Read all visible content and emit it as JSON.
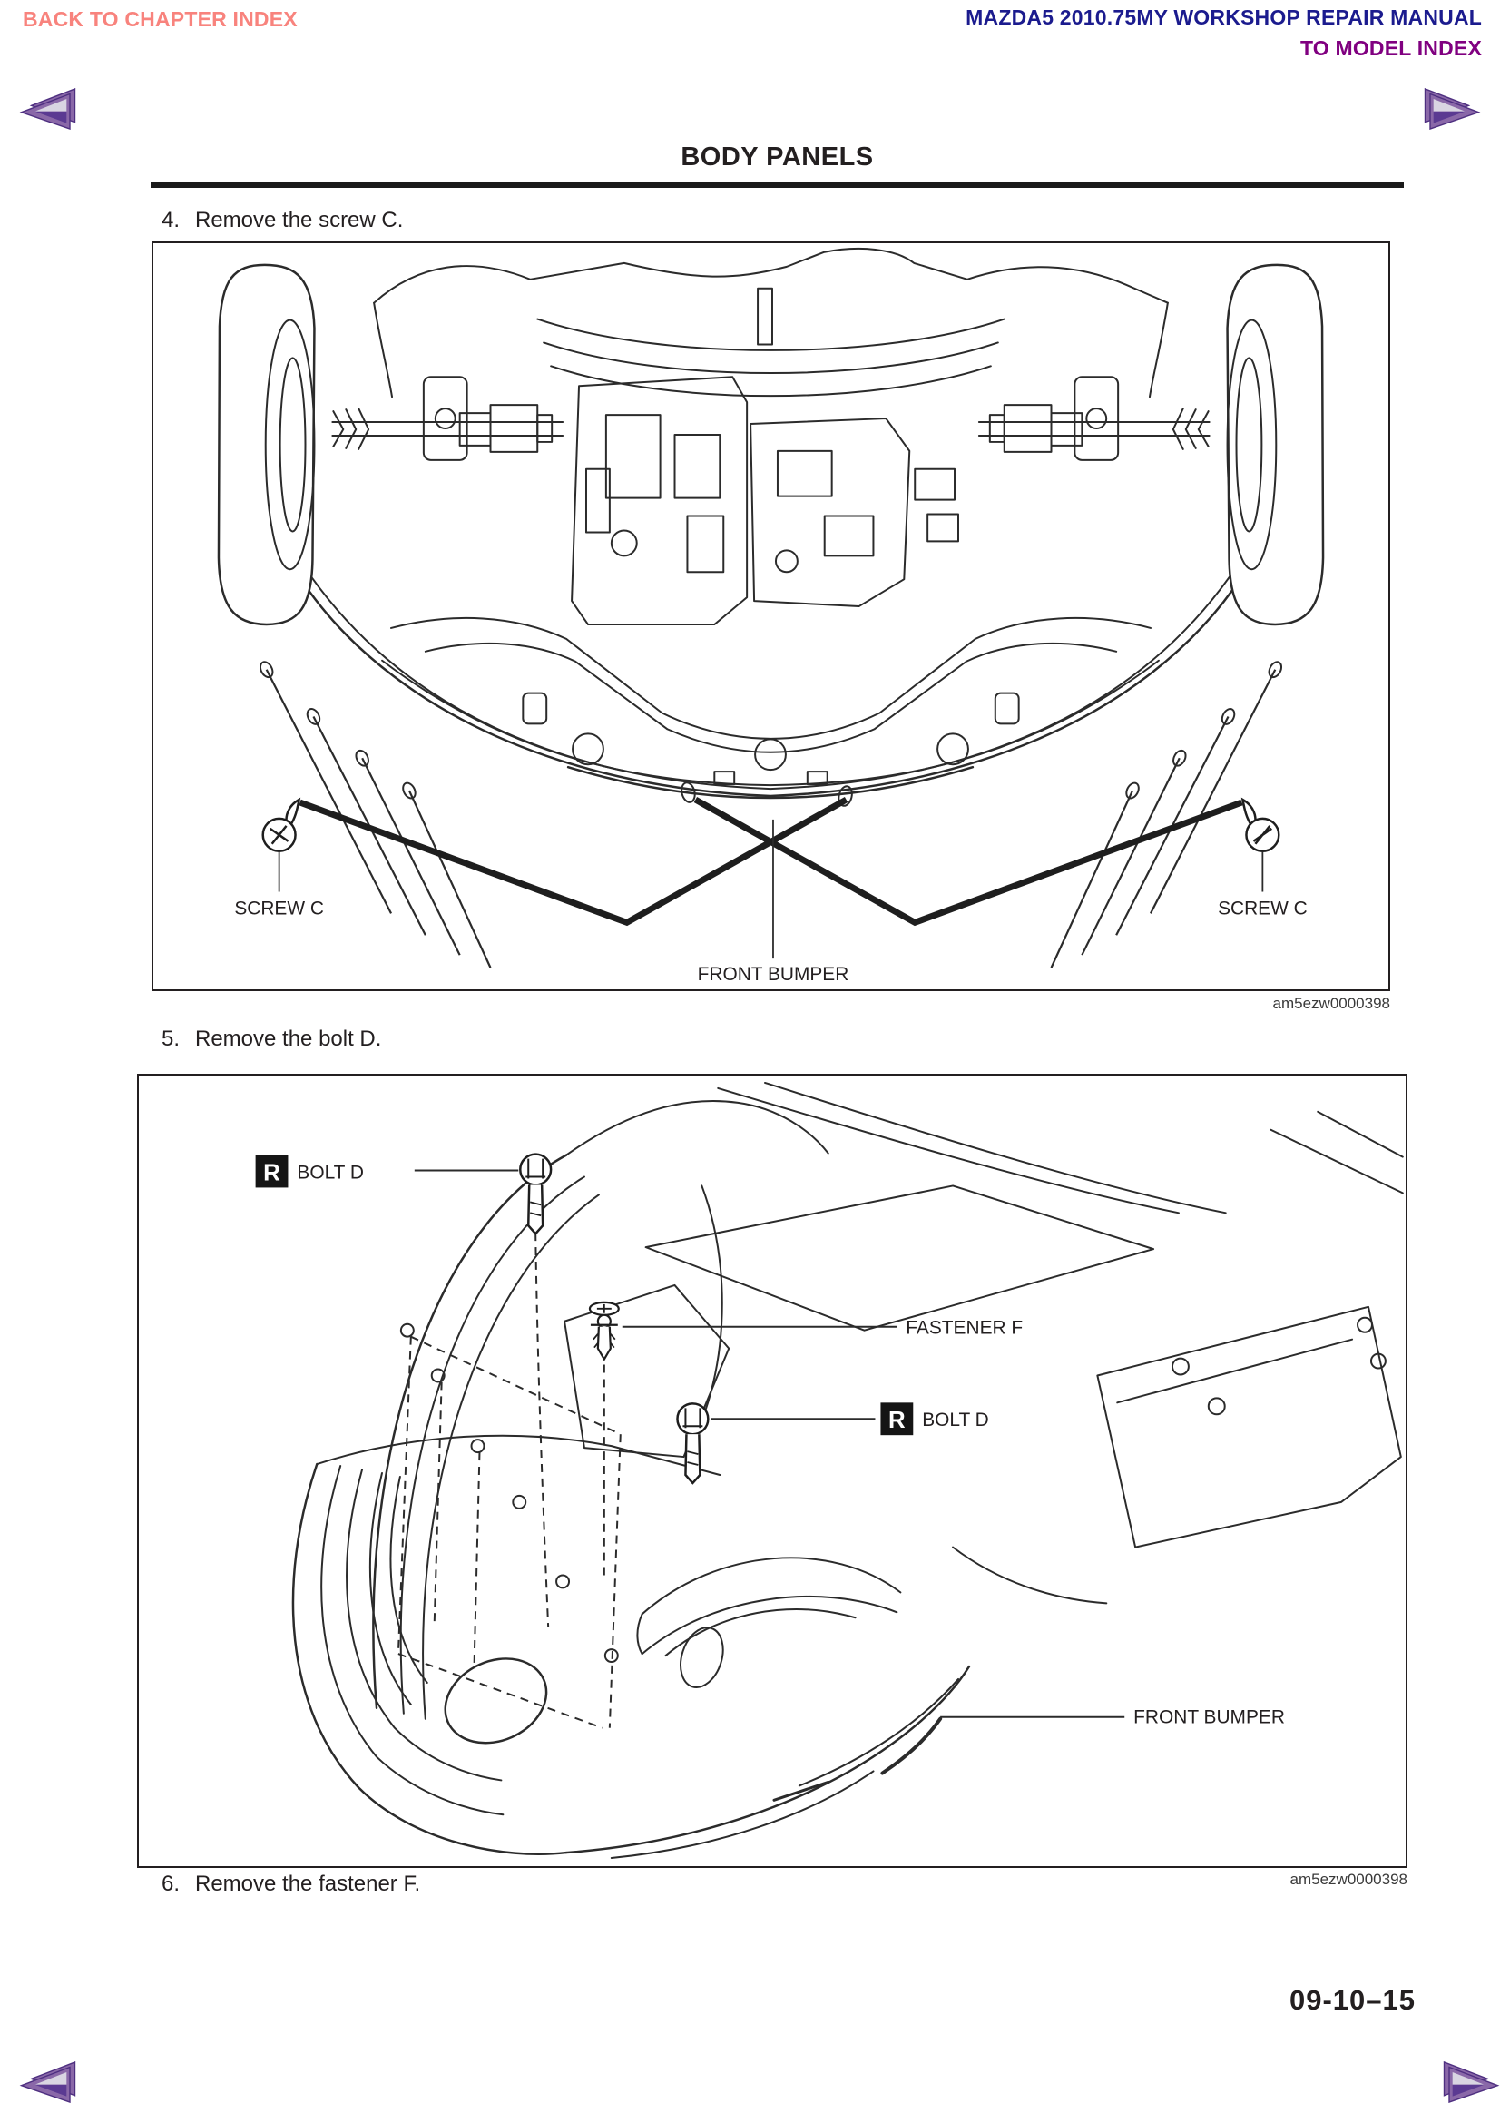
{
  "header": {
    "back_to_chapter": "BACK TO CHAPTER INDEX",
    "manual_title": "MAZDA5 2010.75MY WORKSHOP REPAIR MANUAL",
    "to_model_index": "TO MODEL INDEX"
  },
  "section": {
    "title": "BODY PANELS"
  },
  "steps": {
    "step4": {
      "num": "4.",
      "text": "Remove the screw C."
    },
    "step5": {
      "num": "5.",
      "text": "Remove the bolt D."
    },
    "step6": {
      "num": "6.",
      "text": "Remove the fastener F."
    }
  },
  "figure1": {
    "label_screw_c_left": "SCREW C",
    "label_screw_c_right": "SCREW C",
    "label_front_bumper": "FRONT BUMPER",
    "code": "am5ezw0000398"
  },
  "figure2": {
    "badge_r": "R",
    "label_bolt_d_top": "BOLT D",
    "label_bolt_d_mid": "BOLT D",
    "label_fastener_f": "FASTENER F",
    "label_front_bumper": "FRONT BUMPER",
    "code": "am5ezw0000398"
  },
  "footer": {
    "page_number": "09-10–15"
  },
  "icons": {
    "nav_prev": "purple-left-arrow",
    "nav_next": "purple-right-arrow",
    "screw": "phillips-screw",
    "bolt": "hex-bolt",
    "fastener": "push-clip-fastener"
  },
  "colors": {
    "back_link": "#f8837d",
    "manual_title": "#1b1b8e",
    "model_index": "#800080",
    "arrow_main": "#8a68a8",
    "arrow_light": "#d9d5e2",
    "arrow_dark": "#5b3a92",
    "ink": "#231f20"
  }
}
